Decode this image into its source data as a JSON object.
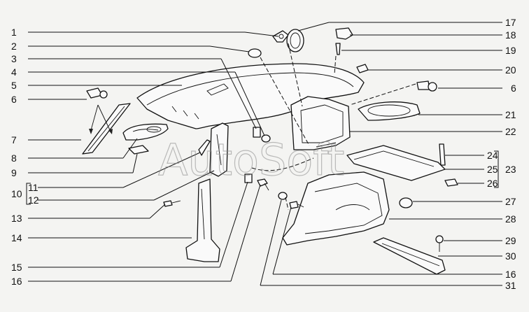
{
  "watermark": "AutoSoft",
  "callouts": {
    "n1": "1",
    "n2": "2",
    "n3": "3",
    "n4": "4",
    "n5": "5",
    "n6": "6",
    "n7": "7",
    "n8": "8",
    "n9": "9",
    "n10": "10",
    "n11": "11",
    "n12": "12",
    "n13": "13",
    "n14": "14",
    "n15": "15",
    "n16": "16",
    "n17": "17",
    "n18": "18",
    "n19": "19",
    "n20": "20",
    "n6b": "6",
    "n21": "21",
    "n22": "22",
    "n24": "24",
    "n23": "23",
    "n25": "25",
    "n26": "26",
    "n27": "27",
    "n28": "28",
    "n29": "29",
    "n30": "30",
    "n16b": "16",
    "n31": "31"
  }
}
